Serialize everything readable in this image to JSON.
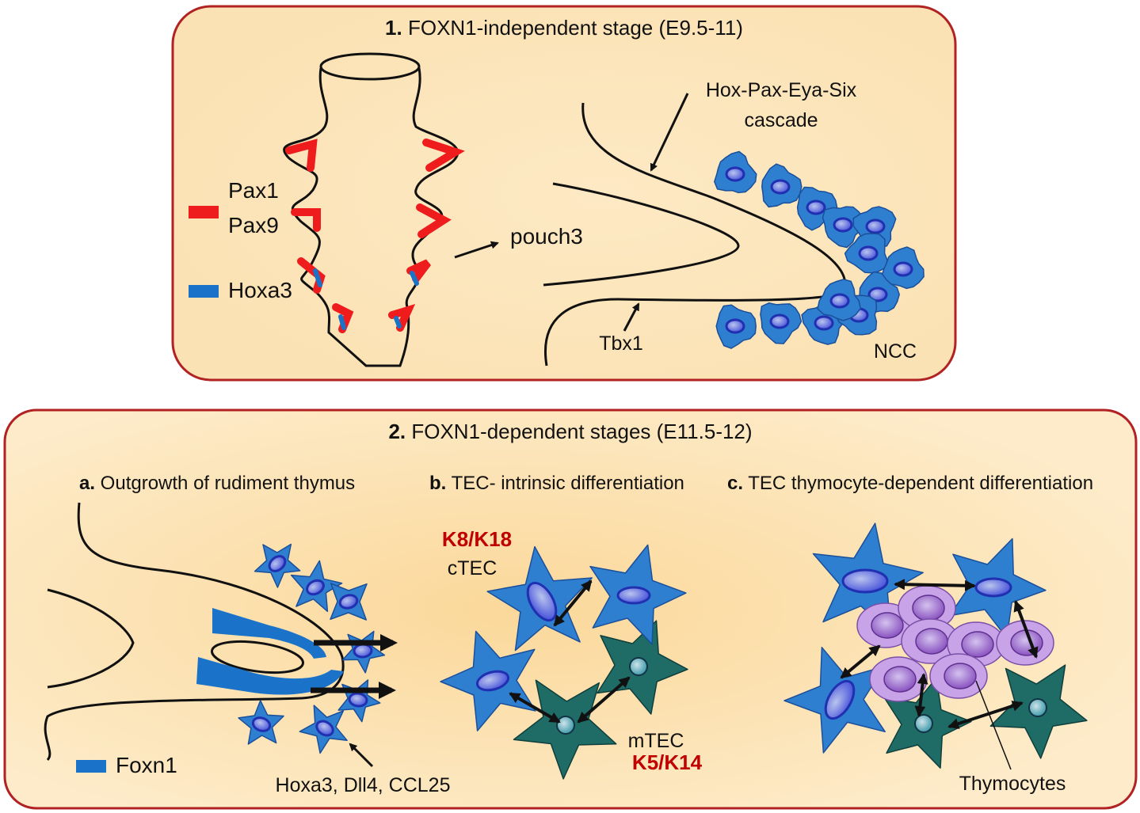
{
  "panel1": {
    "title_num": "1.",
    "title": " FOXN1-independent  stage (E9.5-11)",
    "legend_pax1": "Pax1",
    "legend_pax9": "Pax9",
    "legend_hoxa3": "Hoxa3",
    "pouch_label": "pouch3",
    "cascade_line1": "Hox-Pax-Eya-Six",
    "cascade_line2": "cascade",
    "tbx1_label": "Tbx1",
    "ncc_label": "NCC"
  },
  "panel2": {
    "title_num": "2.",
    "title": " FOXN1-dependent  stages (E11.5-12)",
    "a_num": "a.",
    "a_title": " Outgrowth of rudiment thymus",
    "b_num": "b.",
    "b_title": " TEC- intrinsic differentiation",
    "c_num": "c.",
    "c_title": " TEC thymocyte-dependent differentiation",
    "k8_label": "K8/K18",
    "ctec_label": "cTEC",
    "mtec_label": "mTEC",
    "k5_label": "K5/K14",
    "foxn1_label": "Foxn1",
    "factors_label": "Hoxa3, Dll4, CCL25",
    "thymocytes_label": "Thymocytes"
  },
  "colors": {
    "panel_border": "#b22222",
    "panel_fill": "#fbe3b8",
    "cell_blue": "#2f7fd1",
    "nucleus": "#4a55e0",
    "mtec_green": "#1f6b66",
    "thymocyte": "#c9a3e8",
    "pax_red": "#ee1c1c",
    "hoxa3_blue": "#1a73c8",
    "label_red": "#c00000"
  }
}
